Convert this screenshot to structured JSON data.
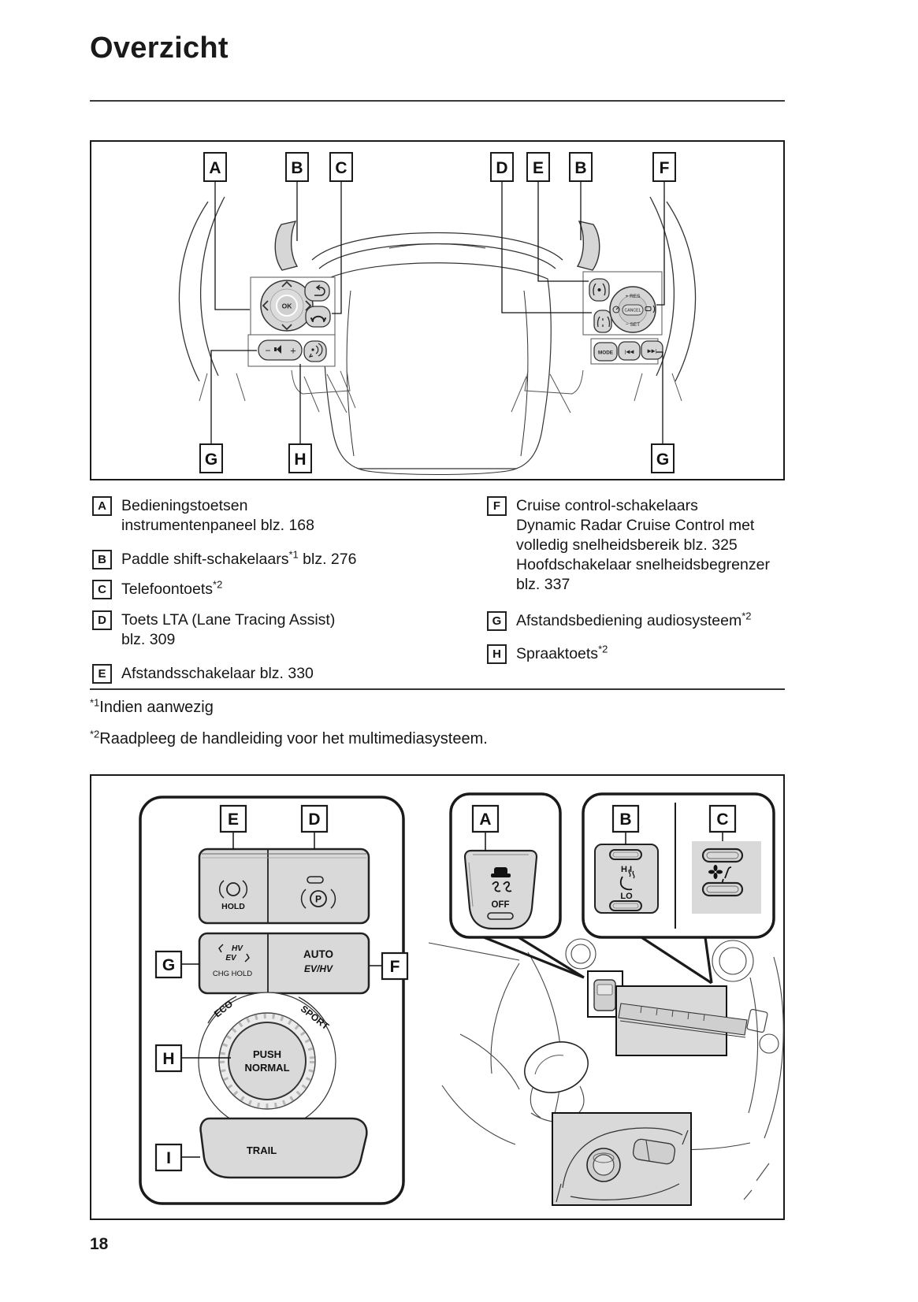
{
  "page": {
    "title": "Overzicht",
    "number": "18"
  },
  "colors": {
    "button_fill": "#d6d6d6",
    "panel_fill": "#d9d9d9",
    "line": "#1a1a1a"
  },
  "figure1": {
    "callouts_top": [
      "A",
      "B",
      "C",
      "D",
      "E",
      "B",
      "F"
    ],
    "callouts_bottom": [
      "G",
      "H",
      "G"
    ],
    "labels": {
      "ok": "OK",
      "res": "+ RES",
      "cancel": "CANCEL",
      "set": "− SET",
      "mode": "MODE",
      "prev": "|◀◀",
      "next": "▶▶|",
      "vol_minus": "−",
      "vol_plus": "+"
    }
  },
  "legend": {
    "left": [
      {
        "label": "A",
        "lines": [
          [
            {
              "t": "Bedieningstoetsen"
            }
          ],
          [
            {
              "t": "instrumentenpaneel blz. 168"
            }
          ]
        ]
      },
      {
        "label": "B",
        "lines": [
          [
            {
              "t": "Paddle shift-schakelaars"
            },
            {
              "sup": "*1"
            },
            {
              "t": " blz. 276"
            }
          ]
        ]
      },
      {
        "label": "C",
        "lines": [
          [
            {
              "t": "Telefoontoets"
            },
            {
              "sup": "*2"
            }
          ]
        ]
      },
      {
        "label": "D",
        "lines": [
          [
            {
              "t": "Toets LTA (Lane Tracing Assist)"
            }
          ],
          [
            {
              "t": "blz. 309"
            }
          ]
        ]
      },
      {
        "label": "E",
        "lines": [
          [
            {
              "t": "Afstandsschakelaar blz. 330"
            }
          ]
        ]
      }
    ],
    "right": [
      {
        "label": "F",
        "lines": [
          [
            {
              "t": "Cruise control-schakelaars"
            }
          ],
          [
            {
              "t": "Dynamic Radar Cruise Control met"
            }
          ],
          [
            {
              "t": "volledig snelheidsbereik blz. 325"
            }
          ],
          [
            {
              "t": "Hoofdschakelaar snelheidsbegrenzer"
            }
          ],
          [
            {
              "t": "blz. 337"
            }
          ]
        ]
      },
      {
        "label": "G",
        "lines": [
          [
            {
              "t": "Afstandsbediening audiosysteem"
            },
            {
              "sup": "*2"
            }
          ]
        ]
      },
      {
        "label": "H",
        "lines": [
          [
            {
              "t": "Spraaktoets"
            },
            {
              "sup": "*2"
            }
          ]
        ]
      }
    ]
  },
  "footnotes": [
    {
      "sup": "*1",
      "t": "Indien aanwezig"
    },
    {
      "sup": "*2",
      "t": "Raadpleeg de handleiding voor het multimediasysteem."
    }
  ],
  "figure2": {
    "callouts": {
      "e": "E",
      "d": "D",
      "a": "A",
      "b": "B",
      "c": "C",
      "g": "G",
      "f": "F",
      "h": "H",
      "i": "I"
    },
    "labels": {
      "hold": "HOLD",
      "p": "P",
      "hv": "HV",
      "ev": "EV",
      "chg_hold": "CHG HOLD",
      "auto": "AUTO",
      "evhv": "EV/HV",
      "eco": "ECO",
      "sport": "SPORT",
      "push": "PUSH",
      "normal": "NORMAL",
      "trail": "TRAIL",
      "hi": "H I",
      "lo": "LO",
      "off": "OFF"
    }
  }
}
